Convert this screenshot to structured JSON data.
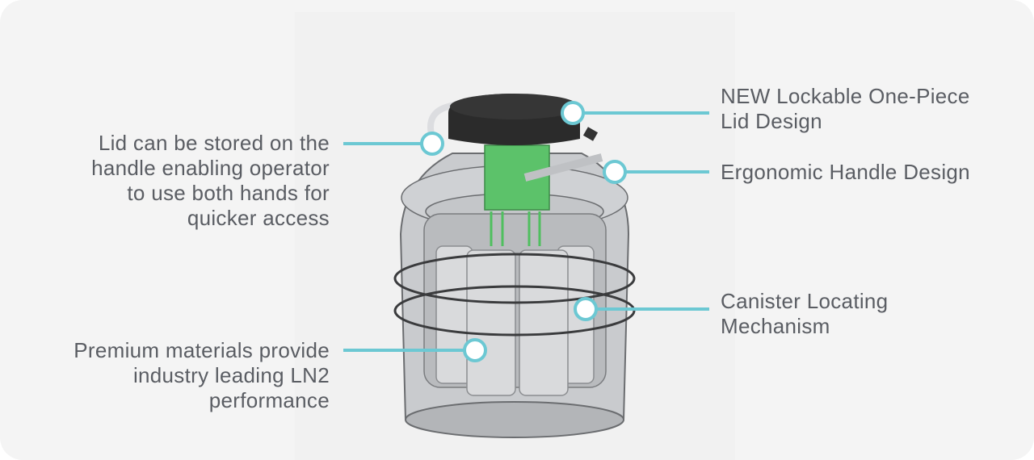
{
  "callouts": {
    "lid_storage": {
      "lines": [
        "Lid can be stored on the",
        "handle enabling operator",
        "to use both hands for",
        "quicker access"
      ]
    },
    "premium_materials": {
      "lines": [
        "Premium materials provide",
        "industry leading LN2",
        "performance"
      ]
    },
    "lockable_lid": {
      "lines": [
        "NEW Lockable One-Piece",
        "Lid Design"
      ]
    },
    "ergonomic_handle": {
      "lines": [
        "Ergonomic Handle Design"
      ]
    },
    "canister_locating": {
      "lines": [
        "Canister Locating",
        "Mechanism"
      ]
    }
  },
  "colors": {
    "accent": "#6cc8d3",
    "text": "#5a5d63",
    "background": "#f4f4f4",
    "lid": "#2b2b2b",
    "neck": "#5cc26a"
  }
}
